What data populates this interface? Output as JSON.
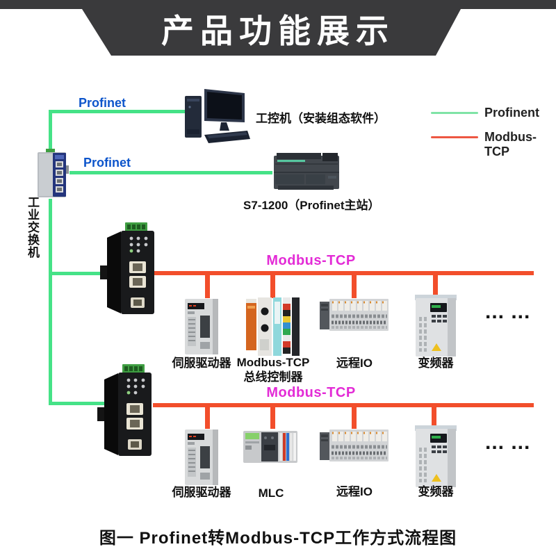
{
  "banner": {
    "title": "产品功能展示"
  },
  "legend": {
    "items": [
      {
        "label": "Profinent",
        "color": "#7fe3a6"
      },
      {
        "label": "Modbus-TCP",
        "color": "#ed5742"
      }
    ]
  },
  "links": {
    "pc_link_label": "Profinet",
    "plc_link_label": "Profinet",
    "bus1_label": "Modbus-TCP",
    "bus2_label": "Modbus-TCP"
  },
  "nodes": {
    "switch_label": "工业交换机",
    "pc_label": "工控机（安装组态软件）",
    "plc_label": "S7-1200（Profinet主站）"
  },
  "bus1": {
    "devices": [
      {
        "label": "伺服驱动器",
        "icon": "servo-drive-icon"
      },
      {
        "label": "Modbus-TCP",
        "label2": "总线控制器",
        "icon": "bus-controller-icon"
      },
      {
        "label": "远程IO",
        "icon": "remote-io-icon"
      },
      {
        "label": "变频器",
        "icon": "vfd-icon"
      }
    ],
    "more": "... ..."
  },
  "bus2": {
    "devices": [
      {
        "label": "伺服驱动器",
        "icon": "servo-drive-icon"
      },
      {
        "label": "MLC",
        "icon": "mlc-icon"
      },
      {
        "label": "远程IO",
        "icon": "remote-io-icon"
      },
      {
        "label": "变频器",
        "icon": "vfd-icon"
      }
    ],
    "more": "... ..."
  },
  "caption": "图一  Profinet转Modbus-TCP工作方式流程图",
  "colors": {
    "profinet_line": "#45e287",
    "modbus_line": "#f24e2b",
    "profinet_text": "#0d55cb",
    "modbus_text": "#e32bd6",
    "banner_bg": "#3a3a3c"
  }
}
